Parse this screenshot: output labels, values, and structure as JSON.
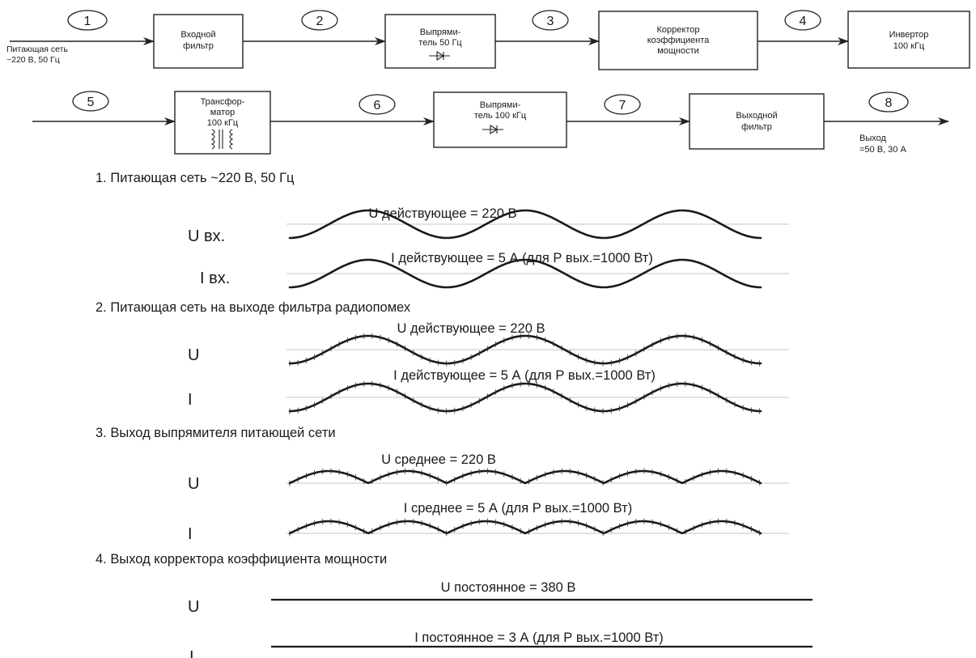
{
  "block_diagram": {
    "input_label": [
      "Питающая сеть",
      "~220 В, 50 Гц"
    ],
    "output_label": [
      "Выход",
      "=50 В, 30 А"
    ],
    "nodes": [
      "1",
      "2",
      "3",
      "4",
      "5",
      "6",
      "7",
      "8"
    ],
    "blocks": [
      {
        "id": "input-filter",
        "lines": [
          "Входной",
          "фильтр"
        ]
      },
      {
        "id": "rectifier-50",
        "lines": [
          "Выпрями-",
          "тель 50 Гц"
        ]
      },
      {
        "id": "pfc",
        "lines": [
          "Корректор",
          "коэффициента",
          "мощности"
        ]
      },
      {
        "id": "inverter",
        "lines": [
          "Инвертор",
          "100 кГц"
        ]
      },
      {
        "id": "transformer",
        "lines": [
          "Трансфор-",
          "матор",
          "100 кГц"
        ]
      },
      {
        "id": "rectifier-100k",
        "lines": [
          "Выпрями-",
          "тель 100 кГц"
        ]
      },
      {
        "id": "output-filter",
        "lines": [
          "Выходной",
          "фильтр"
        ]
      }
    ]
  },
  "sections": [
    {
      "title": "1. Питающая сеть  ~220 В, 50 Гц",
      "u_caption": "U действующее = 220 В",
      "i_caption": "I действующее = 5 А (для Р вых.=1000 Вт)",
      "u_label": "U вх.",
      "i_label": "I вх.",
      "waveform": "sine",
      "cycles": 3,
      "ripple": false
    },
    {
      "title": "2. Питающая сеть на выходе фильтра радиопомех",
      "u_caption": "U действующее = 220 В",
      "i_caption": "I действующее = 5 А (для Р вых.=1000 Вт)",
      "u_label": "U",
      "i_label": "I",
      "waveform": "sine",
      "cycles": 3,
      "ripple": true
    },
    {
      "title": "3. Выход выпрямителя питающей сети",
      "u_caption": "U среднее = 220 В",
      "i_caption": "I среднее = 5 А (для Р вых.=1000 Вт)",
      "u_label": "U",
      "i_label": "I",
      "waveform": "rectified",
      "cycles": 6,
      "ripple": true
    },
    {
      "title": "4. Выход корректора коэффициента мощности",
      "u_caption": "U постоянное = 380 В",
      "i_caption": "I постоянное = 3 А (для Р вых.=1000 Вт)",
      "u_label": "U",
      "i_label": "I",
      "waveform": "dc",
      "cycles": 0,
      "ripple": false
    }
  ]
}
